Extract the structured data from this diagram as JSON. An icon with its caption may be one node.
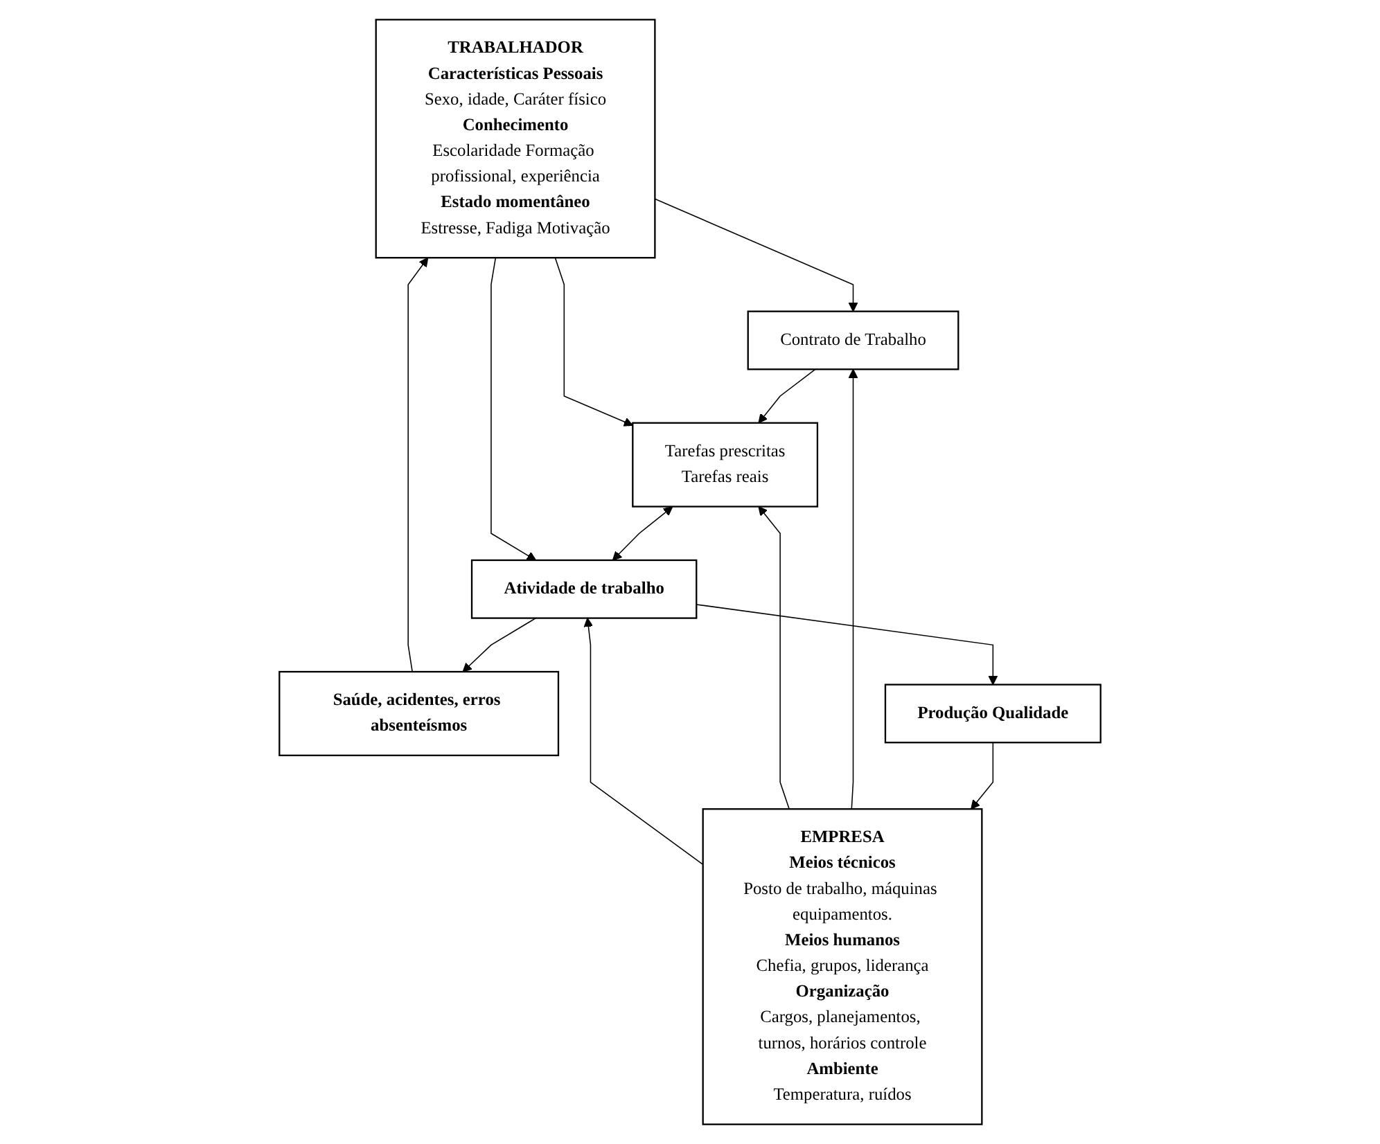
{
  "diagram": {
    "nodes": [
      {
        "text": [
          "TRABALHADOR",
          "Características Pessoais",
          "Sexo, idade, Caráter físico",
          "Conhecimento",
          "Escolaridade Formação profissional, experiência",
          "Estado momentâneo",
          "Estresse, Fadiga Motivação"
        ]
      },
      {
        "text": [
          "Contrato de Trabalho"
        ]
      },
      {
        "text": [
          "EMPRESA",
          "Meios técnicos",
          "Posto de trabalho, máquinas equipamentos.",
          "Meios humanos",
          "Chefia, grupos, liderança",
          "Organização",
          "Cargos, planejamentos, turnos, horários controle",
          "Ambiente",
          "Temperatura, ruídos"
        ]
      },
      {
        "text": [
          "Tarefas prescritas",
          "Tarefas reais"
        ]
      },
      {
        "text": [
          "Atividade de trabalho"
        ]
      },
      {
        "text": [
          "Saúde, acidentes, erros absenteísmos"
        ]
      },
      {
        "text": [
          "Produção Qualidade"
        ]
      }
    ],
    "edges": [
      {
        "from": 0,
        "to": 1,
        "arrow": "to"
      },
      {
        "from": 2,
        "to": 1,
        "arrow": "to"
      },
      {
        "from": 1,
        "to": 3,
        "arrow": "to"
      },
      {
        "from": 0,
        "to": 3,
        "arrow": "to"
      },
      {
        "from": 2,
        "to": 3,
        "arrow": "to"
      },
      {
        "from": 3,
        "to": 4,
        "arrow": "both"
      },
      {
        "from": 0,
        "to": 4,
        "arrow": "to"
      },
      {
        "from": 2,
        "to": 4,
        "arrow": "to"
      },
      {
        "from": 4,
        "to": 5,
        "arrow": "to"
      },
      {
        "from": 4,
        "to": 6,
        "arrow": "to"
      },
      {
        "from": 5,
        "to": 0,
        "arrow": "to"
      },
      {
        "from": 6,
        "to": 2,
        "arrow": "to"
      }
    ]
  }
}
